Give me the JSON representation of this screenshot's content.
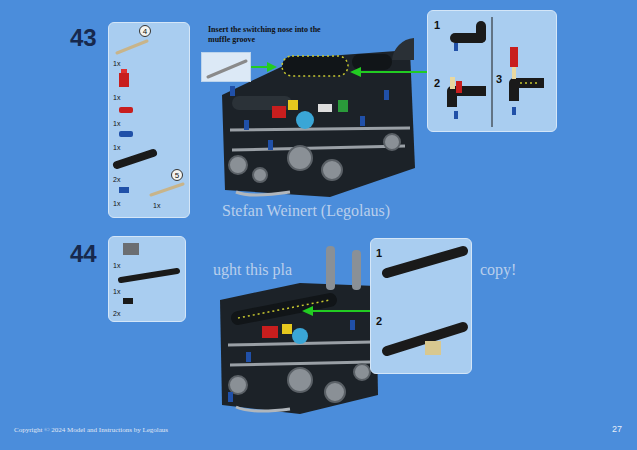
{
  "diagram": {
    "nodes": [
      {
        "text": [
          "1x",
          "1x",
          "1x",
          "1x",
          "2x",
          "1x",
          "1x"
        ]
      },
      {
        "text": [
          "4"
        ],
        "in": 0
      },
      {
        "text": [
          "5"
        ],
        "in": 0
      },
      {
        "text": [
          "Insert the switching nose into the muffle groove"
        ]
      },
      {
        "text": [
          "1",
          "2",
          "3"
        ]
      },
      {
        "text": [
          "1x",
          "1x",
          "2x"
        ]
      },
      {
        "text": [
          "1",
          "2"
        ]
      }
    ],
    "labels": [
      "43",
      "44",
      "Stefan Weinert (Legolaus)",
      "ught this pla",
      "copy!",
      "Copyright © 2024 Model and Instructions by Legolaus",
      "27"
    ]
  }
}
